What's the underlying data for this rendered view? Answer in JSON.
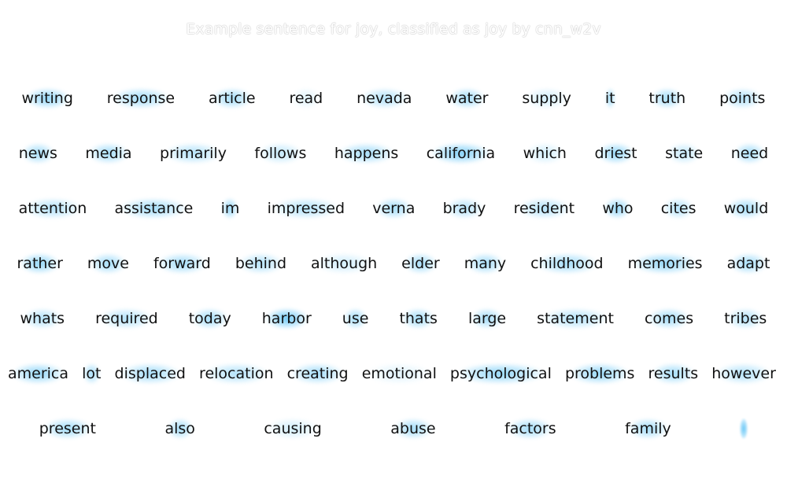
{
  "title": "Example sentence for joy, classified as joy by cnn_w2v",
  "highlight_color": "#4fbff5",
  "rows": [
    {
      "tight": false,
      "words": [
        {
          "text": "writing",
          "w": 0.7
        },
        {
          "text": "response",
          "w": 0.6
        },
        {
          "text": "article",
          "w": 0.6
        },
        {
          "text": "read",
          "w": 0.2
        },
        {
          "text": "nevada",
          "w": 0.5
        },
        {
          "text": "water",
          "w": 0.6
        },
        {
          "text": "supply",
          "w": 0.3
        },
        {
          "text": "it",
          "w": 0.7
        },
        {
          "text": "truth",
          "w": 0.6
        },
        {
          "text": "points",
          "w": 0.5
        }
      ]
    },
    {
      "tight": false,
      "words": [
        {
          "text": "news",
          "w": 0.6
        },
        {
          "text": "media",
          "w": 0.6
        },
        {
          "text": "primarily",
          "w": 0.5
        },
        {
          "text": "follows",
          "w": 0.4
        },
        {
          "text": "happens",
          "w": 0.6
        },
        {
          "text": "california",
          "w": 0.8
        },
        {
          "text": "which",
          "w": 0.3
        },
        {
          "text": "driest",
          "w": 0.7
        },
        {
          "text": "state",
          "w": 0.4
        },
        {
          "text": "need",
          "w": 0.6
        }
      ]
    },
    {
      "tight": false,
      "words": [
        {
          "text": "attention",
          "w": 0.5
        },
        {
          "text": "assistance",
          "w": 0.6
        },
        {
          "text": "im",
          "w": 0.7
        },
        {
          "text": "impressed",
          "w": 0.5
        },
        {
          "text": "verna",
          "w": 0.6
        },
        {
          "text": "brady",
          "w": 0.5
        },
        {
          "text": "resident",
          "w": 0.5
        },
        {
          "text": "who",
          "w": 0.7
        },
        {
          "text": "cites",
          "w": 0.5
        },
        {
          "text": "would",
          "w": 0.6
        }
      ]
    },
    {
      "tight": false,
      "words": [
        {
          "text": "rather",
          "w": 0.7
        },
        {
          "text": "move",
          "w": 0.6
        },
        {
          "text": "forward",
          "w": 0.6
        },
        {
          "text": "behind",
          "w": 0.5
        },
        {
          "text": "although",
          "w": 0.3
        },
        {
          "text": "elder",
          "w": 0.6
        },
        {
          "text": "many",
          "w": 0.6
        },
        {
          "text": "childhood",
          "w": 0.6
        },
        {
          "text": "memories",
          "w": 0.7
        },
        {
          "text": "adapt",
          "w": 0.6
        }
      ]
    },
    {
      "tight": false,
      "words": [
        {
          "text": "whats",
          "w": 0.5
        },
        {
          "text": "required",
          "w": 0.5
        },
        {
          "text": "today",
          "w": 0.6
        },
        {
          "text": "harbor",
          "w": 0.9
        },
        {
          "text": "use",
          "w": 0.6
        },
        {
          "text": "thats",
          "w": 0.6
        },
        {
          "text": "large",
          "w": 0.6
        },
        {
          "text": "statement",
          "w": 0.5
        },
        {
          "text": "comes",
          "w": 0.6
        },
        {
          "text": "tribes",
          "w": 0.5
        }
      ]
    },
    {
      "tight": true,
      "words": [
        {
          "text": "america",
          "w": 0.7
        },
        {
          "text": "lot",
          "w": 0.6
        },
        {
          "text": "displaced",
          "w": 0.6
        },
        {
          "text": "relocation",
          "w": 0.5
        },
        {
          "text": "creating",
          "w": 0.6
        },
        {
          "text": "emotional",
          "w": 0.2
        },
        {
          "text": "psychological",
          "w": 0.7
        },
        {
          "text": "problems",
          "w": 0.7
        },
        {
          "text": "results",
          "w": 0.6
        },
        {
          "text": "however",
          "w": 0.5
        }
      ]
    },
    {
      "tight": false,
      "words": [
        {
          "text": "present",
          "w": 0.6
        },
        {
          "text": "also",
          "w": 0.6
        },
        {
          "text": "causing",
          "w": 0.3
        },
        {
          "text": "abuse",
          "w": 0.6
        },
        {
          "text": "factors",
          "w": 0.6
        },
        {
          "text": "family",
          "w": 0.6
        },
        {
          "text": "",
          "w": 0.9,
          "marker": true
        }
      ]
    }
  ]
}
